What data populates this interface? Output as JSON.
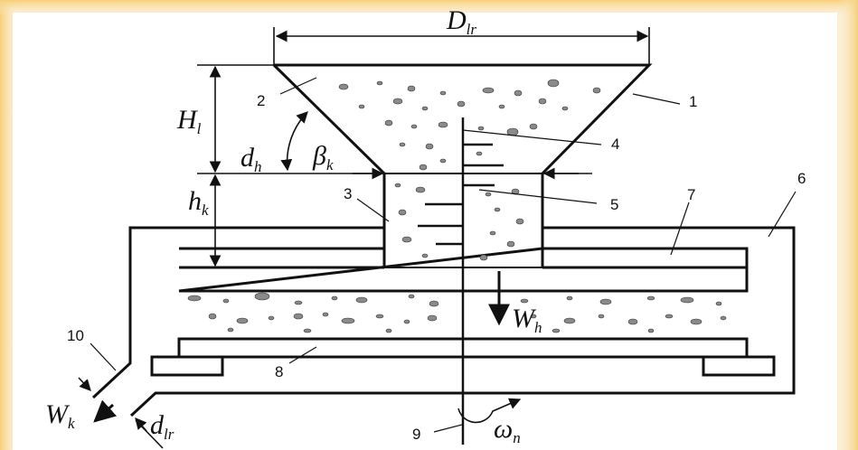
{
  "colors": {
    "background": "#fbeed3",
    "border_glow": "#f6cf7a",
    "ink": "#111111",
    "particle": "#8a8a8a"
  },
  "labels": {
    "n1": "1",
    "n2": "2",
    "n3": "3",
    "n4": "4",
    "n5": "5",
    "n6": "6",
    "n7": "7",
    "n8": "8",
    "n9": "9",
    "n10": "10"
  },
  "symbols": {
    "D": {
      "main": "D",
      "sub": "lr"
    },
    "H": {
      "main": "H",
      "sub": "l"
    },
    "dh": {
      "main": "d",
      "sub": "h"
    },
    "beta": {
      "main": "β",
      "sub": "k"
    },
    "hk": {
      "main": "h",
      "sub": "k"
    },
    "Wh": {
      "main": "W",
      "sub": "h"
    },
    "Wk": {
      "main": "W",
      "sub": "k"
    },
    "dlr": {
      "main": "d",
      "sub": "lr"
    },
    "omega": {
      "main": "ω",
      "sub": "n"
    }
  }
}
